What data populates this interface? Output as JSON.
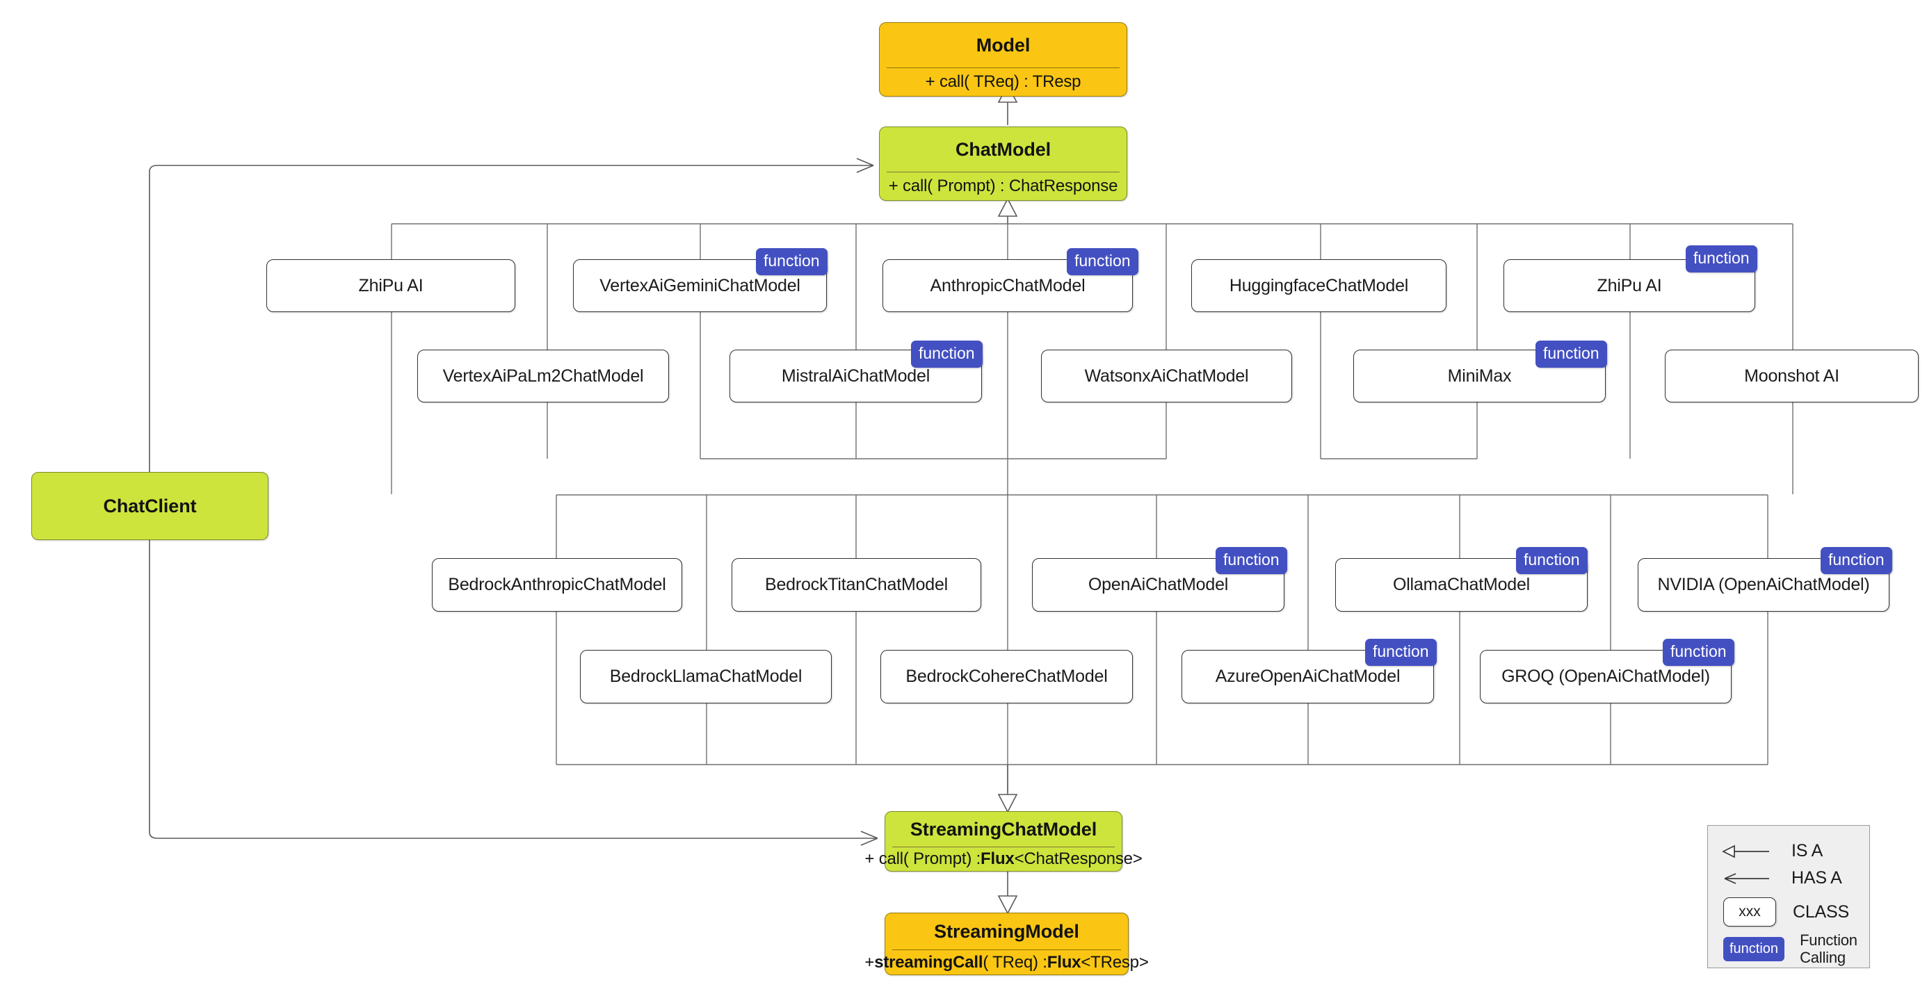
{
  "diagram": {
    "title": "Spring AI Chat Model Hierarchy",
    "colors": {
      "amber": "#FAC613",
      "green": "#CDE43D",
      "badge_blue": "#4350C2",
      "class_white": "#FFFFFF",
      "legend_bg": "#EFEFEF",
      "line": "#5A5A5A"
    }
  },
  "interfaces": {
    "model": {
      "name": "Model",
      "method": "+ call( TReq) : TResp",
      "method_bold": "",
      "color": "amber"
    },
    "chat_model": {
      "name": "ChatModel",
      "method": "+ call( Prompt) : ChatResponse",
      "method_bold": "",
      "color": "green"
    },
    "streaming_chat_model": {
      "name": "StreamingChatModel",
      "method_pre": "+ call( Prompt) : ",
      "method_bold": "Flux",
      "method_post": "<ChatResponse>",
      "color": "green"
    },
    "streaming_model": {
      "name": "StreamingModel",
      "method_pre": "+ ",
      "method_bold": "streamingCall",
      "method_mid": "( TReq) : ",
      "method_bold2": "Flux",
      "method_post": "<TResp>",
      "color": "amber"
    },
    "chat_client": {
      "name": "ChatClient",
      "color": "green"
    }
  },
  "classes": {
    "row1": [
      {
        "name": "ZhiPu AI",
        "function": false
      },
      {
        "name": "VertexAiGeminiChatModel",
        "function": true
      },
      {
        "name": "AnthropicChatModel",
        "function": true
      },
      {
        "name": "HuggingfaceChatModel",
        "function": false
      },
      {
        "name": "ZhiPu AI",
        "function": true
      }
    ],
    "row2": [
      {
        "name": "VertexAiPaLm2ChatModel",
        "function": false
      },
      {
        "name": "MistralAiChatModel",
        "function": true
      },
      {
        "name": "WatsonxAiChatModel",
        "function": false
      },
      {
        "name": "MiniMax",
        "function": true
      },
      {
        "name": "Moonshot AI",
        "function": false
      }
    ],
    "row3": [
      {
        "name": "BedrockAnthropicChatModel",
        "function": false
      },
      {
        "name": "BedrockTitanChatModel",
        "function": false
      },
      {
        "name": "OpenAiChatModel",
        "function": true
      },
      {
        "name": "OllamaChatModel",
        "function": true
      },
      {
        "name": "NVIDIA (OpenAiChatModel)",
        "function": true
      }
    ],
    "row4": [
      {
        "name": "BedrockLlamaChatModel",
        "function": false
      },
      {
        "name": "BedrockCohereChatModel",
        "function": false
      },
      {
        "name": "AzureOpenAiChatModel",
        "function": true
      },
      {
        "name": "GROQ (OpenAiChatModel)",
        "function": true
      }
    ]
  },
  "badge": {
    "label": "function"
  },
  "legend": {
    "is_a": "IS A",
    "has_a": "HAS A",
    "class_label": "CLASS",
    "class_sample": "xxx",
    "function_label": "Function Calling",
    "function_sample": "function"
  }
}
